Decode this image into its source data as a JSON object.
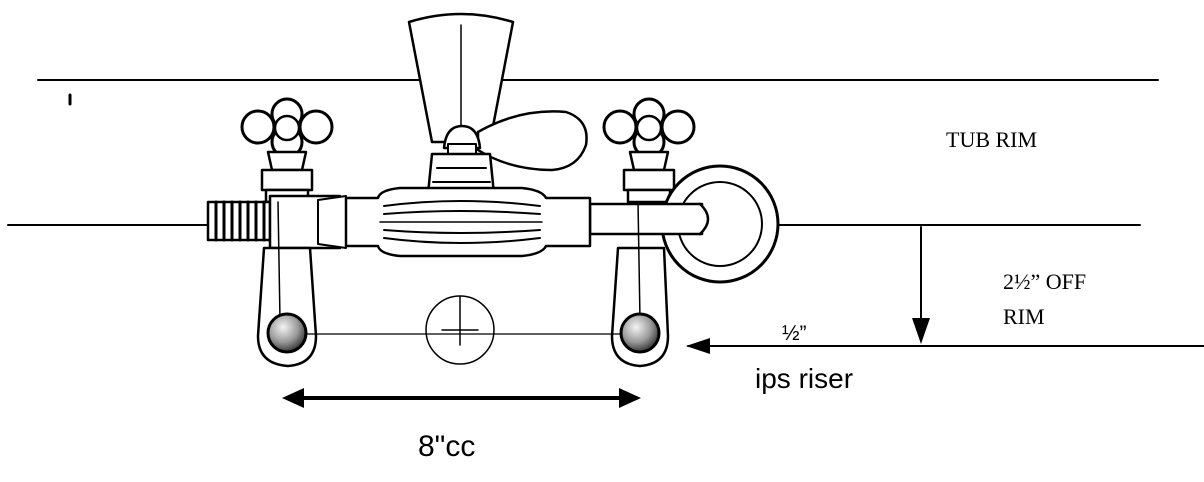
{
  "labels": {
    "tub_rim": "TUB RIM",
    "off_rim_line1": "2½” OFF",
    "off_rim_line2": "RIM",
    "riser_size": "½”",
    "riser_type": "ips riser",
    "center_to_center": "8\"cc"
  },
  "colors": {
    "ink": "#000000",
    "paper": "#ffffff",
    "ball_shade": "#9a9a9a"
  }
}
